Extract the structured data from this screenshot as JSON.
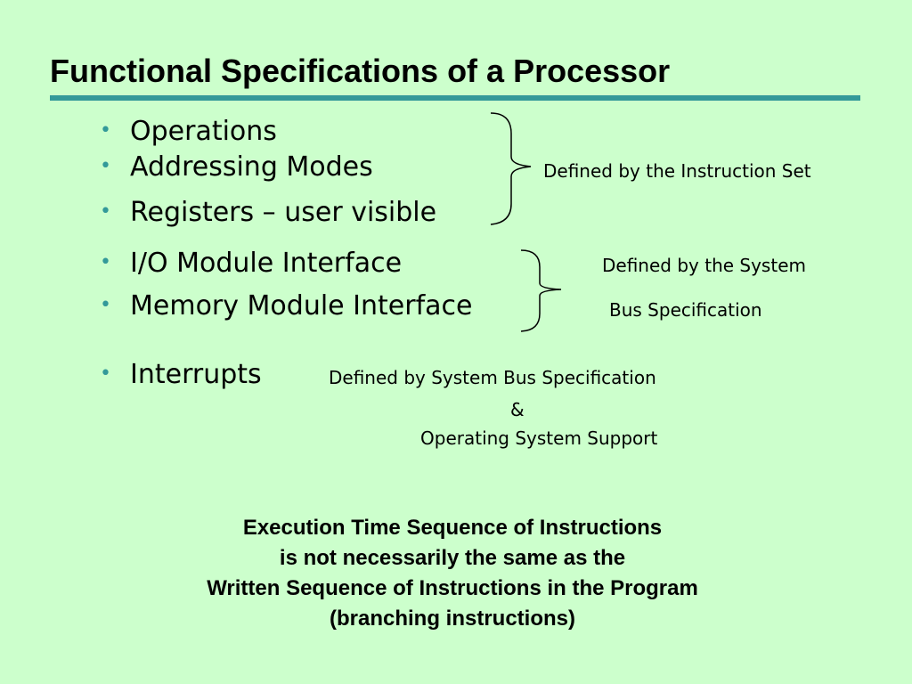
{
  "slide": {
    "title": "Functional Specifications of a Processor",
    "colors": {
      "background": "#ccffcc",
      "accent": "#339999"
    },
    "bullet_glyph": "•",
    "bullets": [
      "Operations",
      "Addressing Modes",
      "Registers – user visible",
      "I/O Module Interface",
      "Memory Module Interface",
      "Interrupts"
    ],
    "notes": {
      "instruction_set": "Defined by the Instruction Set",
      "system_line1": "Defined by the System",
      "system_line2": "Bus Specification",
      "interrupts_line1": "Defined by System Bus Specification",
      "interrupts_amp": "&",
      "interrupts_line2": "Operating System Support"
    },
    "bottom": [
      "Execution Time Sequence of Instructions",
      "is not necessarily the same as the",
      "Written Sequence of Instructions in the Program",
      "(branching instructions)"
    ]
  }
}
